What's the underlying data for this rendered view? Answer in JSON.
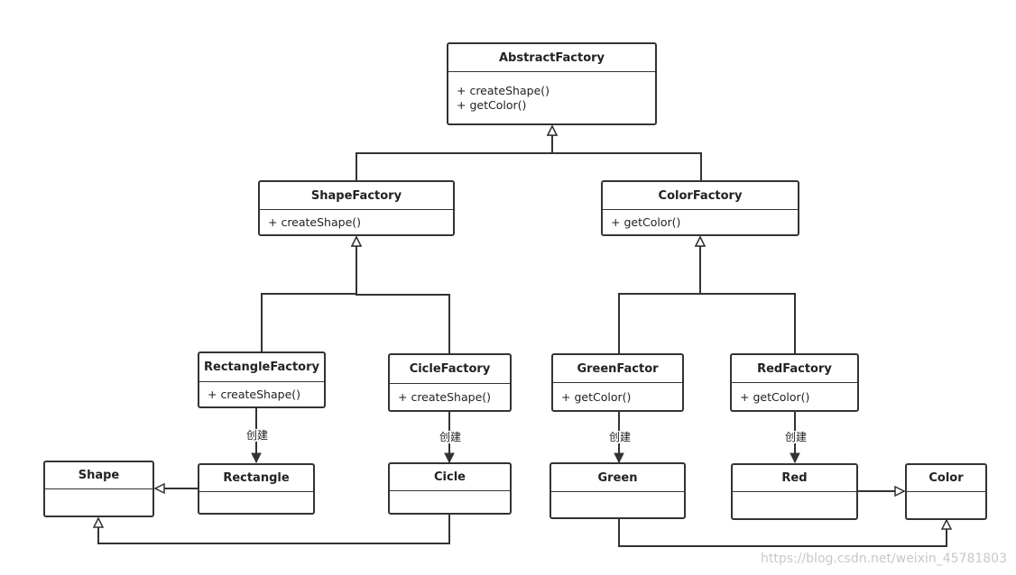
{
  "classes": {
    "abstract_factory": {
      "name": "AbstractFactory",
      "methods": [
        "+ createShape()",
        "+ getColor()"
      ]
    },
    "shape_factory": {
      "name": "ShapeFactory",
      "methods": [
        "+ createShape()"
      ]
    },
    "color_factory": {
      "name": "ColorFactory",
      "methods": [
        "+ getColor()"
      ]
    },
    "rectangle_factory": {
      "name": "RectangleFactory",
      "methods": [
        "+ createShape()"
      ]
    },
    "cicle_factory": {
      "name": "CicleFactory",
      "methods": [
        "+ createShape()"
      ]
    },
    "green_factor": {
      "name": "GreenFactor",
      "methods": [
        "+ getColor()"
      ]
    },
    "red_factory": {
      "name": "RedFactory",
      "methods": [
        "+ getColor()"
      ]
    },
    "shape": {
      "name": "Shape",
      "methods": []
    },
    "rectangle": {
      "name": "Rectangle",
      "methods": []
    },
    "cicle": {
      "name": "Cicle",
      "methods": []
    },
    "green": {
      "name": "Green",
      "methods": []
    },
    "red": {
      "name": "Red",
      "methods": []
    },
    "color": {
      "name": "Color",
      "methods": []
    }
  },
  "relations": {
    "create_label": "创建"
  },
  "watermark": "https://blog.csdn.net/weixin_45781803"
}
